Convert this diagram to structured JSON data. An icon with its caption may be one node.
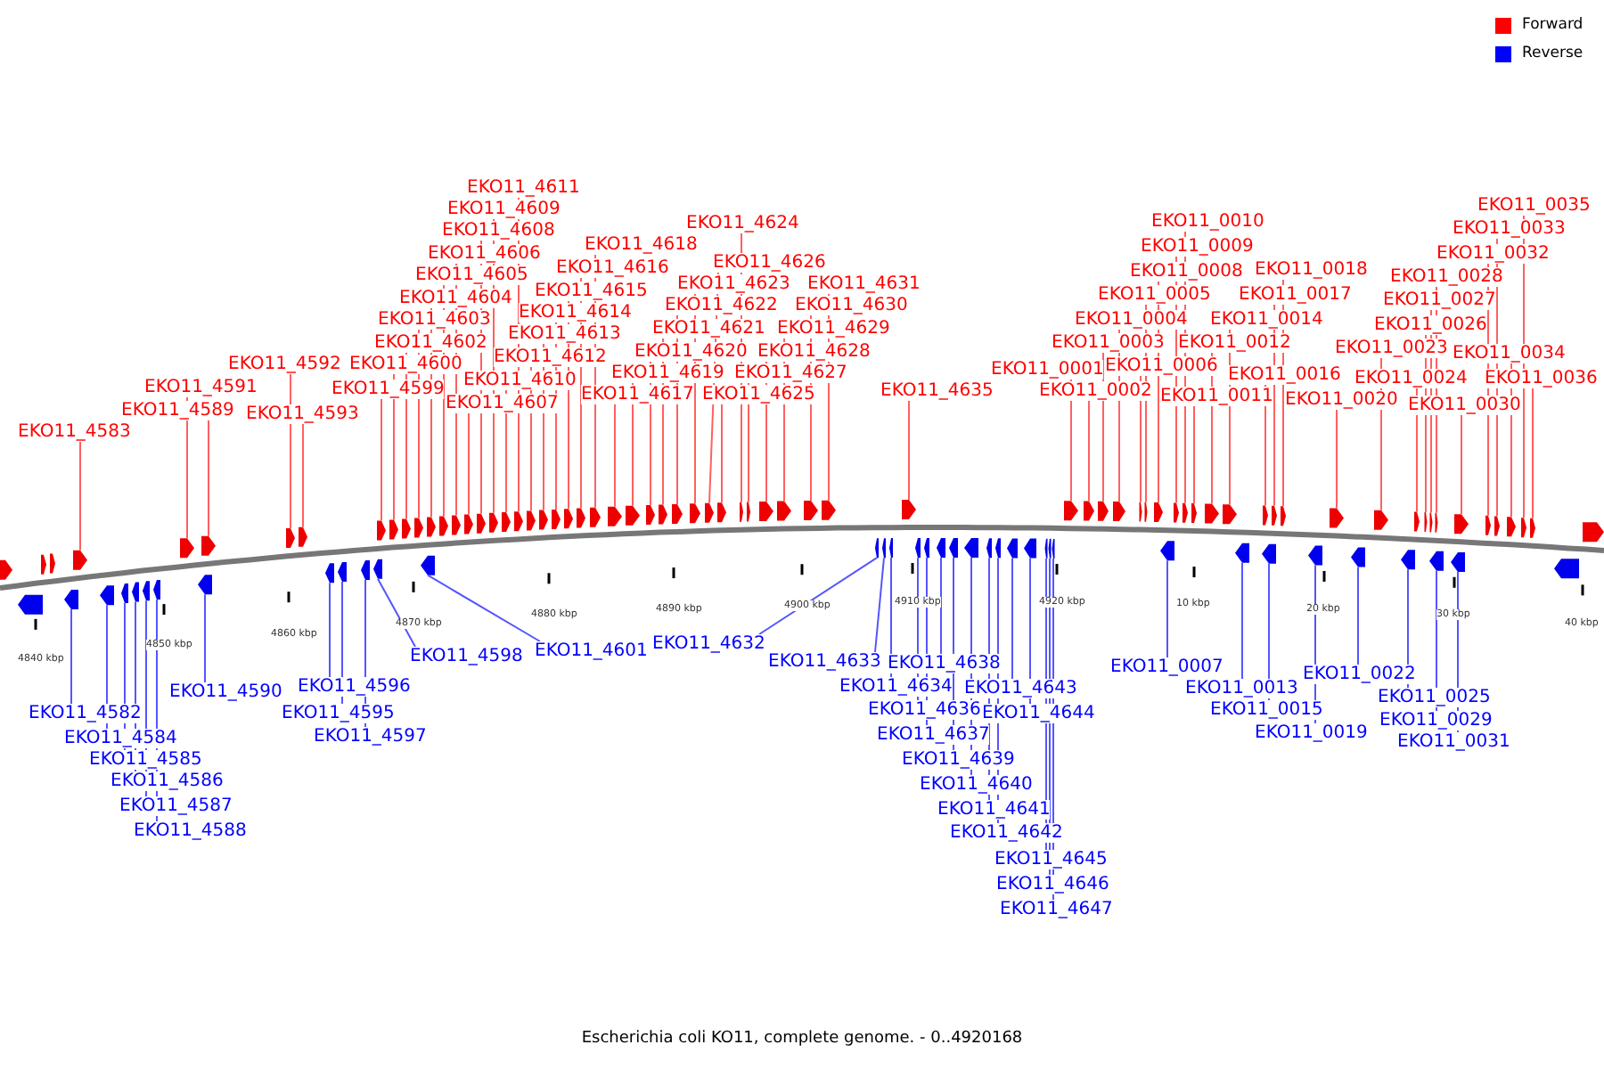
{
  "diagram": {
    "caption": "Escherichia coli KO11, complete genome. - 0..4920168",
    "nodes": [
      {
        "text": [
          "EKO11_4611"
        ]
      },
      {
        "text": [
          "EKO11_4609"
        ]
      },
      {
        "text": [
          "EKO11_4608"
        ]
      },
      {
        "text": [
          "EKO11_4606"
        ]
      },
      {
        "text": [
          "EKO11_4605"
        ]
      },
      {
        "text": [
          "EKO11_4604"
        ]
      },
      {
        "text": [
          "EKO11_4603"
        ]
      },
      {
        "text": [
          "EKO11_4602"
        ]
      },
      {
        "text": [
          "EKO11_4600"
        ]
      },
      {
        "text": [
          "EKO11_4599"
        ]
      },
      {
        "text": [
          "EKO11_4607"
        ]
      },
      {
        "text": [
          "EKO11_4610"
        ]
      },
      {
        "text": [
          "EKO11_4612"
        ]
      },
      {
        "text": [
          "EKO11_4613"
        ]
      },
      {
        "text": [
          "EKO11_4614"
        ]
      },
      {
        "text": [
          "EKO11_4615"
        ]
      },
      {
        "text": [
          "EKO11_4616"
        ]
      },
      {
        "text": [
          "EKO11_4618"
        ]
      },
      {
        "text": [
          "EKO11_4617"
        ]
      },
      {
        "text": [
          "EKO11_4619"
        ]
      },
      {
        "text": [
          "EKO11_4620"
        ]
      },
      {
        "text": [
          "EKO11_4621"
        ]
      },
      {
        "text": [
          "EKO11_4622"
        ]
      },
      {
        "text": [
          "EKO11_4623"
        ]
      },
      {
        "text": [
          "EKO11_4626"
        ]
      },
      {
        "text": [
          "EKO11_4624"
        ]
      },
      {
        "text": [
          "EKO11_4625"
        ]
      },
      {
        "text": [
          "EKO11_4627"
        ]
      },
      {
        "text": [
          "EKO11_4628"
        ]
      },
      {
        "text": [
          "EKO11_4629"
        ]
      },
      {
        "text": [
          "EKO11_4630"
        ]
      },
      {
        "text": [
          "EKO11_4631"
        ]
      },
      {
        "text": [
          "EKO11_4635"
        ]
      },
      {
        "text": [
          "EKO11_4583"
        ]
      },
      {
        "text": [
          "EKO11_4591"
        ]
      },
      {
        "text": [
          "EKO11_4589"
        ]
      },
      {
        "text": [
          "EKO11_4592"
        ]
      },
      {
        "text": [
          "EKO11_4593"
        ]
      },
      {
        "text": [
          "EKO11_0010"
        ]
      },
      {
        "text": [
          "EKO11_0009"
        ]
      },
      {
        "text": [
          "EKO11_0008"
        ]
      },
      {
        "text": [
          "EKO11_0005"
        ]
      },
      {
        "text": [
          "EKO11_0004"
        ]
      },
      {
        "text": [
          "EKO11_0003"
        ]
      },
      {
        "text": [
          "EKO11_0001"
        ]
      },
      {
        "text": [
          "EKO11_0002"
        ]
      },
      {
        "text": [
          "EKO11_0006"
        ]
      },
      {
        "text": [
          "EKO11_0011"
        ]
      },
      {
        "text": [
          "EKO11_0012"
        ]
      },
      {
        "text": [
          "EKO11_0014"
        ]
      },
      {
        "text": [
          "EKO11_0016"
        ]
      },
      {
        "text": [
          "EKO11_0017"
        ]
      },
      {
        "text": [
          "EKO11_0018"
        ]
      },
      {
        "text": [
          "EKO11_0020"
        ]
      },
      {
        "text": [
          "EKO11_0023"
        ]
      },
      {
        "text": [
          "EKO11_0024"
        ]
      },
      {
        "text": [
          "EKO11_0026"
        ]
      },
      {
        "text": [
          "EKO11_0027"
        ]
      },
      {
        "text": [
          "EKO11_0028"
        ]
      },
      {
        "text": [
          "EKO11_0030"
        ]
      },
      {
        "text": [
          "EKO11_0032"
        ]
      },
      {
        "text": [
          "EKO11_0033"
        ]
      },
      {
        "text": [
          "EKO11_0035"
        ]
      },
      {
        "text": [
          "EKO11_0034"
        ]
      },
      {
        "text": [
          "EKO11_0036"
        ]
      },
      {
        "text": [
          "EKO11_4598"
        ]
      },
      {
        "text": [
          "EKO11_4601"
        ]
      },
      {
        "text": [
          "EKO11_4632"
        ]
      },
      {
        "text": [
          "EKO11_4633"
        ]
      },
      {
        "text": [
          "EKO11_4638"
        ]
      },
      {
        "text": [
          "EKO11_4634"
        ]
      },
      {
        "text": [
          "EKO11_4643"
        ]
      },
      {
        "text": [
          "EKO11_4636"
        ]
      },
      {
        "text": [
          "EKO11_4644"
        ]
      },
      {
        "text": [
          "EKO11_4637"
        ]
      },
      {
        "text": [
          "EKO11_4639"
        ]
      },
      {
        "text": [
          "EKO11_4640"
        ]
      },
      {
        "text": [
          "EKO11_4641"
        ]
      },
      {
        "text": [
          "EKO11_4642"
        ]
      },
      {
        "text": [
          "EKO11_4645"
        ]
      },
      {
        "text": [
          "EKO11_4646"
        ]
      },
      {
        "text": [
          "EKO11_4647"
        ]
      },
      {
        "text": [
          "EKO11_0007"
        ]
      },
      {
        "text": [
          "EKO11_0013"
        ]
      },
      {
        "text": [
          "EKO11_0015"
        ]
      },
      {
        "text": [
          "EKO11_0019"
        ]
      },
      {
        "text": [
          "EKO11_0022"
        ]
      },
      {
        "text": [
          "EKO11_0025"
        ]
      },
      {
        "text": [
          "EKO11_0029"
        ]
      },
      {
        "text": [
          "EKO11_0031"
        ]
      },
      {
        "text": [
          "EKO11_4590"
        ]
      },
      {
        "text": [
          "EKO11_4596"
        ]
      },
      {
        "text": [
          "EKO11_4582"
        ]
      },
      {
        "text": [
          "EKO11_4595"
        ]
      },
      {
        "text": [
          "EKO11_4584"
        ]
      },
      {
        "text": [
          "EKO11_4597"
        ]
      },
      {
        "text": [
          "EKO11_4585"
        ]
      },
      {
        "text": [
          "EKO11_4586"
        ]
      },
      {
        "text": [
          "EKO11_4587"
        ]
      },
      {
        "text": [
          "EKO11_4588"
        ]
      },
      {
        "text": [],
        "shape": "arrow"
      },
      {
        "text": [],
        "shape": "arrow"
      },
      {
        "text": [],
        "shape": "arrow"
      },
      {
        "text": [],
        "shape": "arrow"
      },
      {
        "text": [],
        "shape": "arrow"
      },
      {
        "text": [],
        "shape": "arrow"
      },
      {
        "text": [],
        "shape": "arrow"
      },
      {
        "text": [],
        "shape": "arrow"
      },
      {
        "text": [],
        "shape": "arrow"
      },
      {
        "text": [],
        "shape": "arrow"
      },
      {
        "text": [],
        "shape": "arrow"
      },
      {
        "text": [],
        "shape": "arrow"
      },
      {
        "text": [],
        "shape": "arrow"
      },
      {
        "text": [],
        "shape": "arrow"
      },
      {
        "text": [],
        "shape": "arrow"
      },
      {
        "text": [],
        "shape": "arrow"
      },
      {
        "text": [],
        "shape": "arrow"
      },
      {
        "text": [],
        "shape": "arrow"
      },
      {
        "text": [],
        "shape": "arrow"
      },
      {
        "text": [],
        "shape": "arrow"
      },
      {
        "text": [],
        "shape": "arrow"
      },
      {
        "text": [],
        "shape": "arrow"
      },
      {
        "text": [],
        "shape": "arrow"
      },
      {
        "text": [],
        "shape": "arrow"
      },
      {
        "text": [],
        "shape": "arrow"
      },
      {
        "text": [],
        "shape": "arrow"
      },
      {
        "text": [],
        "shape": "arrow"
      },
      {
        "text": [],
        "shape": "arrow"
      },
      {
        "text": [],
        "shape": "arrow"
      },
      {
        "text": [],
        "shape": "arrow"
      },
      {
        "text": [],
        "shape": "arrow"
      },
      {
        "text": [],
        "shape": "arrow"
      },
      {
        "text": [],
        "shape": "arrow"
      },
      {
        "text": [],
        "shape": "arrow"
      },
      {
        "text": [],
        "shape": "arrow"
      },
      {
        "text": [],
        "shape": "arrow"
      },
      {
        "text": [],
        "shape": "arrow"
      },
      {
        "text": [],
        "shape": "arrow"
      },
      {
        "text": [],
        "shape": "arrow"
      },
      {
        "text": [],
        "shape": "arrow"
      },
      {
        "text": [],
        "shape": "arrow"
      },
      {
        "text": [],
        "shape": "arrow"
      },
      {
        "text": [],
        "shape": "arrow"
      },
      {
        "text": [],
        "shape": "arrow"
      },
      {
        "text": [],
        "shape": "arrow"
      },
      {
        "text": [],
        "shape": "arrow"
      },
      {
        "text": [],
        "shape": "arrow"
      },
      {
        "text": [],
        "shape": "arrow"
      },
      {
        "text": [],
        "shape": "arrow"
      },
      {
        "text": [],
        "shape": "arrow"
      },
      {
        "text": [],
        "shape": "arrow"
      },
      {
        "text": [],
        "shape": "arrow"
      },
      {
        "text": [],
        "shape": "arrow"
      },
      {
        "text": [],
        "shape": "arrow"
      },
      {
        "text": [],
        "shape": "arrow"
      },
      {
        "text": [],
        "shape": "arrow"
      },
      {
        "text": [],
        "shape": "arrow"
      },
      {
        "text": [],
        "shape": "arrow"
      },
      {
        "text": [],
        "shape": "arrow"
      },
      {
        "text": [],
        "shape": "arrow"
      },
      {
        "text": [],
        "shape": "arrow"
      },
      {
        "text": [],
        "shape": "arrow"
      },
      {
        "text": [],
        "shape": "arrow"
      },
      {
        "text": [],
        "shape": "arrow"
      },
      {
        "text": [],
        "shape": "arrow"
      },
      {
        "text": [],
        "shape": "arrow"
      },
      {
        "text": [],
        "shape": "arrow"
      },
      {
        "text": [],
        "shape": "arrow"
      },
      {
        "text": [],
        "shape": "arrow"
      },
      {
        "text": [],
        "shape": "arrow"
      },
      {
        "text": [],
        "shape": "arrow"
      },
      {
        "text": [],
        "shape": "arrow"
      },
      {
        "text": [],
        "shape": "arrow"
      },
      {
        "text": [],
        "shape": "arrow"
      },
      {
        "text": [],
        "shape": "arrow"
      },
      {
        "text": [],
        "shape": "arrow"
      },
      {
        "text": [],
        "shape": "arrow"
      },
      {
        "text": [],
        "shape": "arrow"
      },
      {
        "text": [],
        "shape": "arrow"
      },
      {
        "text": [],
        "shape": "arrow"
      },
      {
        "text": [],
        "shape": "arrow"
      },
      {
        "text": [],
        "shape": "arrow"
      },
      {
        "text": [],
        "shape": "arrow"
      },
      {
        "text": [],
        "shape": "arrow"
      },
      {
        "text": [],
        "shape": "arrow"
      },
      {
        "text": [],
        "shape": "arrow"
      },
      {
        "text": [],
        "shape": "arrow"
      },
      {
        "text": [],
        "shape": "arrow"
      },
      {
        "text": [],
        "shape": "arrow"
      },
      {
        "text": [],
        "shape": "arrow"
      },
      {
        "text": [],
        "shape": "arrow"
      },
      {
        "text": [],
        "shape": "arrow"
      },
      {
        "text": [],
        "shape": "arrow"
      },
      {
        "text": [],
        "shape": "arrow"
      },
      {
        "text": [],
        "shape": "arrow"
      },
      {
        "text": [],
        "shape": "arrow"
      },
      {
        "text": [],
        "shape": "arrow"
      },
      {
        "text": [],
        "shape": "arrow"
      },
      {
        "text": [],
        "shape": "arrow"
      },
      {
        "text": [],
        "shape": "arrow"
      },
      {
        "text": [],
        "shape": "arrow"
      },
      {
        "text": [],
        "shape": "arrow"
      },
      {
        "text": [],
        "shape": "arrow"
      },
      {
        "text": [],
        "shape": "arrow"
      },
      {
        "text": [],
        "shape": "arrow"
      },
      {
        "text": [],
        "shape": "arrow"
      }
    ],
    "edges": [
      {
        "from": 0,
        "to": 100,
        "arrow": "none"
      },
      {
        "from": 1,
        "to": 101,
        "arrow": "none"
      },
      {
        "from": 2,
        "to": 102,
        "arrow": "none"
      },
      {
        "from": 3,
        "to": 103,
        "arrow": "none"
      },
      {
        "from": 4,
        "to": 104,
        "arrow": "none"
      },
      {
        "from": 5,
        "to": 105,
        "arrow": "none"
      },
      {
        "from": 6,
        "to": 106,
        "arrow": "none"
      },
      {
        "from": 7,
        "to": 107,
        "arrow": "none"
      },
      {
        "from": 8,
        "to": 108,
        "arrow": "none"
      },
      {
        "from": 9,
        "to": 109,
        "arrow": "none"
      },
      {
        "from": 10,
        "to": 110,
        "arrow": "none"
      },
      {
        "from": 11,
        "to": 111,
        "arrow": "none"
      },
      {
        "from": 12,
        "to": 112,
        "arrow": "none"
      },
      {
        "from": 13,
        "to": 113,
        "arrow": "none"
      },
      {
        "from": 14,
        "to": 114,
        "arrow": "none"
      },
      {
        "from": 15,
        "to": 115,
        "arrow": "none"
      },
      {
        "from": 16,
        "to": 116,
        "arrow": "none"
      },
      {
        "from": 17,
        "to": 117,
        "arrow": "none"
      },
      {
        "from": 18,
        "to": 118,
        "arrow": "none"
      },
      {
        "from": 19,
        "to": 119,
        "arrow": "none"
      },
      {
        "from": 20,
        "to": 120,
        "arrow": "none"
      },
      {
        "from": 21,
        "to": 121,
        "arrow": "none"
      },
      {
        "from": 22,
        "to": 122,
        "arrow": "none"
      },
      {
        "from": 23,
        "to": 123,
        "arrow": "none"
      },
      {
        "from": 24,
        "to": 124,
        "arrow": "none"
      },
      {
        "from": 25,
        "to": 125,
        "arrow": "none"
      },
      {
        "from": 26,
        "to": 126,
        "arrow": "none"
      },
      {
        "from": 27,
        "to": 127,
        "arrow": "none"
      },
      {
        "from": 28,
        "to": 128,
        "arrow": "none"
      },
      {
        "from": 29,
        "to": 129,
        "arrow": "none"
      },
      {
        "from": 30,
        "to": 130,
        "arrow": "none"
      },
      {
        "from": 31,
        "to": 131,
        "arrow": "none"
      },
      {
        "from": 32,
        "to": 132,
        "arrow": "none"
      },
      {
        "from": 33,
        "to": 133,
        "arrow": "none"
      },
      {
        "from": 34,
        "to": 134,
        "arrow": "none"
      },
      {
        "from": 35,
        "to": 135,
        "arrow": "none"
      },
      {
        "from": 36,
        "to": 136,
        "arrow": "none"
      },
      {
        "from": 37,
        "to": 137,
        "arrow": "none"
      },
      {
        "from": 38,
        "to": 138,
        "arrow": "none"
      },
      {
        "from": 39,
        "to": 139,
        "arrow": "none"
      },
      {
        "from": 40,
        "to": 140,
        "arrow": "none"
      },
      {
        "from": 41,
        "to": 141,
        "arrow": "none"
      },
      {
        "from": 42,
        "to": 142,
        "arrow": "none"
      },
      {
        "from": 43,
        "to": 143,
        "arrow": "none"
      },
      {
        "from": 44,
        "to": 144,
        "arrow": "none"
      },
      {
        "from": 45,
        "to": 145,
        "arrow": "none"
      },
      {
        "from": 46,
        "to": 146,
        "arrow": "none"
      },
      {
        "from": 47,
        "to": 147,
        "arrow": "none"
      },
      {
        "from": 48,
        "to": 148,
        "arrow": "none"
      },
      {
        "from": 49,
        "to": 149,
        "arrow": "none"
      },
      {
        "from": 50,
        "to": 150,
        "arrow": "none"
      },
      {
        "from": 51,
        "to": 151,
        "arrow": "none"
      },
      {
        "from": 52,
        "to": 152,
        "arrow": "none"
      },
      {
        "from": 53,
        "to": 153,
        "arrow": "none"
      },
      {
        "from": 54,
        "to": 154,
        "arrow": "none"
      },
      {
        "from": 55,
        "to": 155,
        "arrow": "none"
      },
      {
        "from": 56,
        "to": 156,
        "arrow": "none"
      },
      {
        "from": 57,
        "to": 157,
        "arrow": "none"
      },
      {
        "from": 58,
        "to": 158,
        "arrow": "none"
      },
      {
        "from": 59,
        "to": 159,
        "arrow": "none"
      },
      {
        "from": 60,
        "to": 160,
        "arrow": "none"
      },
      {
        "from": 61,
        "to": 161,
        "arrow": "none"
      },
      {
        "from": 62,
        "to": 162,
        "arrow": "none"
      },
      {
        "from": 63,
        "to": 163,
        "arrow": "none"
      },
      {
        "from": 64,
        "to": 164,
        "arrow": "none"
      },
      {
        "from": 65,
        "to": 165,
        "arrow": "none",
        "color": "#5555ff"
      },
      {
        "from": 66,
        "to": 166,
        "arrow": "none",
        "color": "#5555ff"
      },
      {
        "from": 67,
        "to": 167,
        "arrow": "none",
        "color": "#5555ff"
      },
      {
        "from": 68,
        "to": 168,
        "arrow": "none",
        "color": "#5555ff"
      },
      {
        "from": 69,
        "to": 169,
        "arrow": "none",
        "color": "#5555ff"
      },
      {
        "from": 70,
        "to": 170,
        "arrow": "none",
        "color": "#5555ff"
      },
      {
        "from": 71,
        "to": 171,
        "arrow": "none",
        "color": "#5555ff"
      },
      {
        "from": 72,
        "to": 172,
        "arrow": "none",
        "color": "#5555ff"
      },
      {
        "from": 73,
        "to": 173,
        "arrow": "none",
        "color": "#5555ff"
      },
      {
        "from": 74,
        "to": 174,
        "arrow": "none",
        "color": "#5555ff"
      },
      {
        "from": 75,
        "to": 175,
        "arrow": "none",
        "color": "#5555ff"
      },
      {
        "from": 76,
        "to": 176,
        "arrow": "none",
        "color": "#5555ff"
      },
      {
        "from": 77,
        "to": 177,
        "arrow": "none",
        "color": "#5555ff"
      },
      {
        "from": 78,
        "to": 178,
        "arrow": "none",
        "color": "#5555ff"
      },
      {
        "from": 79,
        "to": 179,
        "arrow": "none",
        "color": "#5555ff"
      },
      {
        "from": 80,
        "to": 180,
        "arrow": "none",
        "color": "#5555ff"
      },
      {
        "from": 81,
        "to": 181,
        "arrow": "none",
        "color": "#5555ff"
      },
      {
        "from": 82,
        "to": 182,
        "arrow": "none",
        "color": "#5555ff"
      },
      {
        "from": 83,
        "to": 183,
        "arrow": "none",
        "color": "#5555ff"
      },
      {
        "from": 84,
        "to": 184,
        "arrow": "none",
        "color": "#5555ff"
      },
      {
        "from": 85,
        "to": 185,
        "arrow": "none",
        "color": "#5555ff"
      },
      {
        "from": 86,
        "to": 186,
        "arrow": "none",
        "color": "#5555ff"
      },
      {
        "from": 87,
        "to": 187,
        "arrow": "none",
        "color": "#5555ff"
      },
      {
        "from": 88,
        "to": 188,
        "arrow": "none",
        "color": "#5555ff"
      },
      {
        "from": 89,
        "to": 189,
        "arrow": "none",
        "color": "#5555ff"
      },
      {
        "from": 90,
        "to": 190,
        "arrow": "none",
        "color": "#5555ff"
      },
      {
        "from": 91,
        "to": 191,
        "arrow": "none",
        "color": "#5555ff"
      },
      {
        "from": 92,
        "to": 192,
        "arrow": "none",
        "color": "#5555ff"
      },
      {
        "from": 93,
        "to": 193,
        "arrow": "none",
        "color": "#5555ff"
      },
      {
        "from": 94,
        "to": 194,
        "arrow": "none",
        "color": "#5555ff"
      },
      {
        "from": 95,
        "to": 195,
        "arrow": "none",
        "color": "#5555ff"
      },
      {
        "from": 96,
        "to": 196,
        "arrow": "none",
        "color": "#5555ff"
      },
      {
        "from": 97,
        "to": 197,
        "arrow": "none",
        "color": "#5555ff"
      },
      {
        "from": 98,
        "to": 198,
        "arrow": "none",
        "color": "#5555ff"
      },
      {
        "from": 99,
        "to": 199,
        "arrow": "none",
        "color": "#5555ff"
      }
    ],
    "labels": [
      "4840 kbp",
      "4850 kbp",
      "4860 kbp",
      "4870 kbp",
      "4880 kbp",
      "4890 kbp",
      "4900 kbp",
      "4910 kbp",
      "4920 kbp",
      "10 kbp",
      "20 kbp",
      "30 kbp",
      "40 kbp"
    ],
    "legend": [
      {
        "text": "Forward",
        "color": "#ff0000"
      },
      {
        "text": "Reverse",
        "color": "#0000ff"
      }
    ]
  }
}
